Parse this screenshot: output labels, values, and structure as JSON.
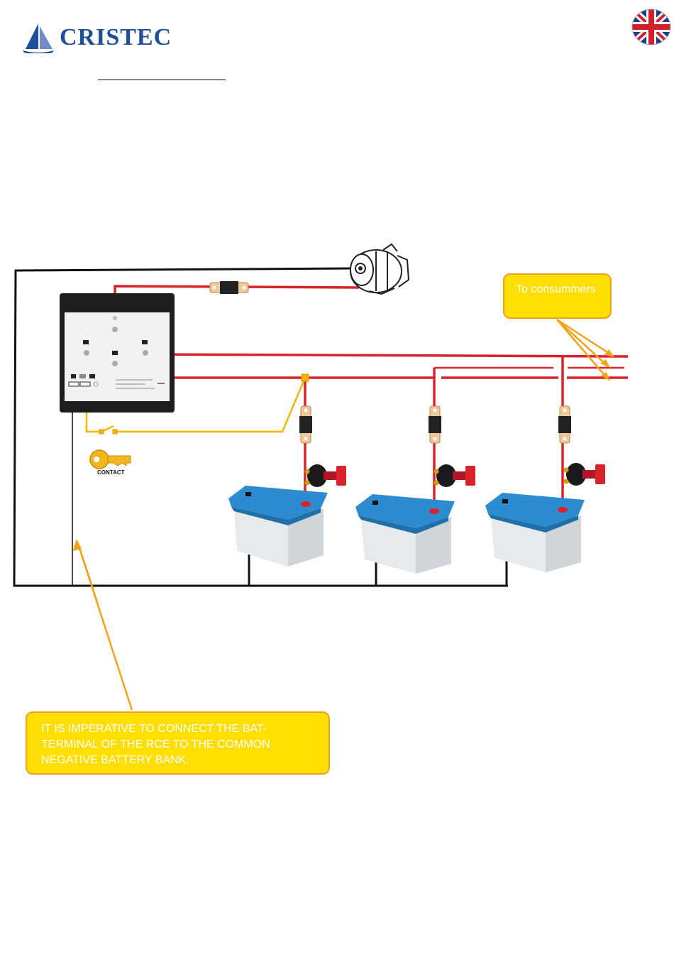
{
  "header": {
    "brand": "CRISTEC",
    "logo_icon": "sail-logo-icon",
    "flag_icon": "uk-flag-icon"
  },
  "colors": {
    "brand": "#1d4f9a",
    "positive_wire": "#d8232a",
    "negative_wire": "#111111",
    "signal_wire": "#f4b400",
    "callout_fill": "#ffde00",
    "callout_border": "#f4a11a",
    "battery_lid": "#2d8ccf"
  },
  "diagram": {
    "components": {
      "alternator": "alternator-icon",
      "charge_splitter": "charge-splitter-icon",
      "fuses": "fuse-icon",
      "battery_switches": "battery-switch-icon",
      "batteries": "battery-icon",
      "ignition_key": "ignition-key-icon"
    },
    "key_label": "CONTACT",
    "battery_count": 3
  },
  "callouts": {
    "consumers": "To consummers",
    "warning": "IT IS IMPERATIVE TO CONNECT THE BAT- TERMINAL OF THE RCE TO THE COMMON NEGATIVE BATTERY BANK."
  }
}
